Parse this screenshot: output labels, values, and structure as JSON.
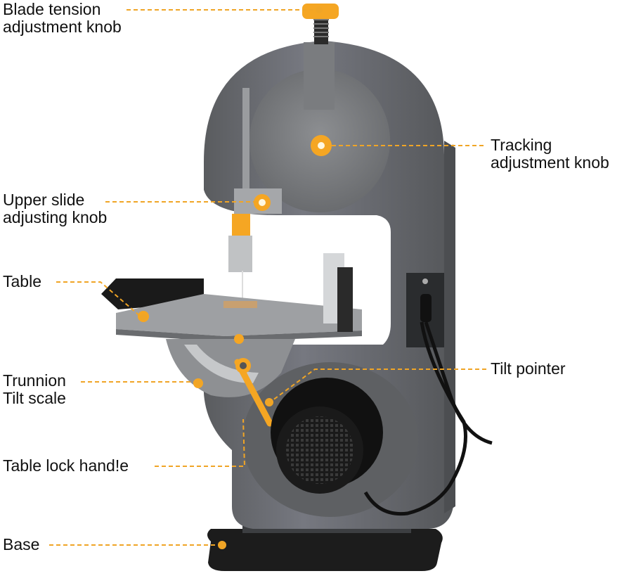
{
  "colors": {
    "leader": "#f0a526",
    "accent": "#f5a623",
    "body": "#6e7073",
    "body_dark": "#4a4c4f",
    "body_light": "#8a8c8f",
    "black": "#141414",
    "text": "#111111"
  },
  "labels": {
    "blade_tension": {
      "line1": "Blade tension",
      "line2": "adjustment knob"
    },
    "tracking": {
      "line1": "Tracking",
      "line2": "adjustment knob"
    },
    "upper_slide": {
      "line1": "Upper slide",
      "line2": "adjusting knob"
    },
    "table": {
      "line1": "Table"
    },
    "tilt_pointer": {
      "line1": "Tilt pointer"
    },
    "trunnion": {
      "line1": "Trunnion",
      "line2": "Tilt scale"
    },
    "table_lock": {
      "line1": "Table lock hand!e"
    },
    "base": {
      "line1": "Base"
    }
  }
}
